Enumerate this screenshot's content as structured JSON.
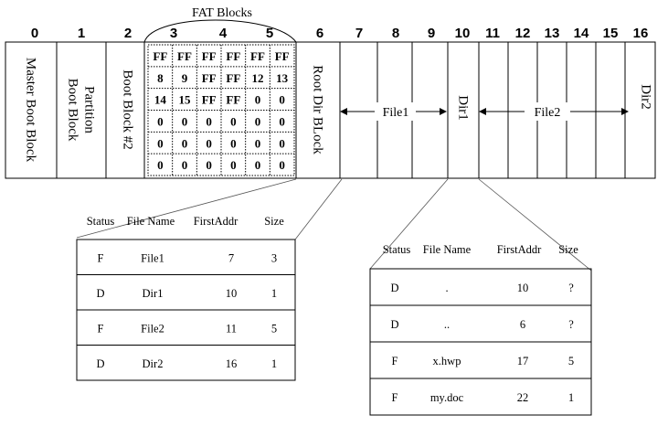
{
  "fat_label": "FAT Blocks",
  "block_numbers": [
    "0",
    "1",
    "2",
    "3",
    "4",
    "5",
    "6",
    "7",
    "8",
    "9",
    "10",
    "11",
    "12",
    "13",
    "14",
    "15",
    "16"
  ],
  "disk_labels": {
    "master_boot": "Master Boot Block",
    "partition_line1": "Partition",
    "partition_line2": "Boot Block",
    "boot2": "Boot Block #2",
    "root_dir": "Root Dir BLock",
    "file1": "File1",
    "dir1": "Dir1",
    "file2": "File2",
    "dir2": "Dir2"
  },
  "fat_table": [
    [
      "FF",
      "FF",
      "FF",
      "FF",
      "FF",
      "FF"
    ],
    [
      "8",
      "9",
      "FF",
      "FF",
      "12",
      "13"
    ],
    [
      "14",
      "15",
      "FF",
      "FF",
      "0",
      "0"
    ],
    [
      "0",
      "0",
      "0",
      "0",
      "0",
      "0"
    ],
    [
      "0",
      "0",
      "0",
      "0",
      "0",
      "0"
    ],
    [
      "0",
      "0",
      "0",
      "0",
      "0",
      "0"
    ]
  ],
  "root_dir_table": {
    "headers": [
      "Status",
      "File Name",
      "FirstAddr",
      "Size"
    ],
    "rows": [
      [
        "F",
        "File1",
        "7",
        "3"
      ],
      [
        "D",
        "Dir1",
        "10",
        "1"
      ],
      [
        "F",
        "File2",
        "11",
        "5"
      ],
      [
        "D",
        "Dir2",
        "16",
        "1"
      ]
    ]
  },
  "dir1_table": {
    "headers": [
      "Status",
      "File Name",
      "FirstAddr",
      "Size"
    ],
    "rows": [
      [
        "D",
        ".",
        "10",
        "?"
      ],
      [
        "D",
        "..",
        "6",
        "?"
      ],
      [
        "F",
        "x.hwp",
        "17",
        "5"
      ],
      [
        "F",
        "my.doc",
        "22",
        "1"
      ]
    ]
  }
}
